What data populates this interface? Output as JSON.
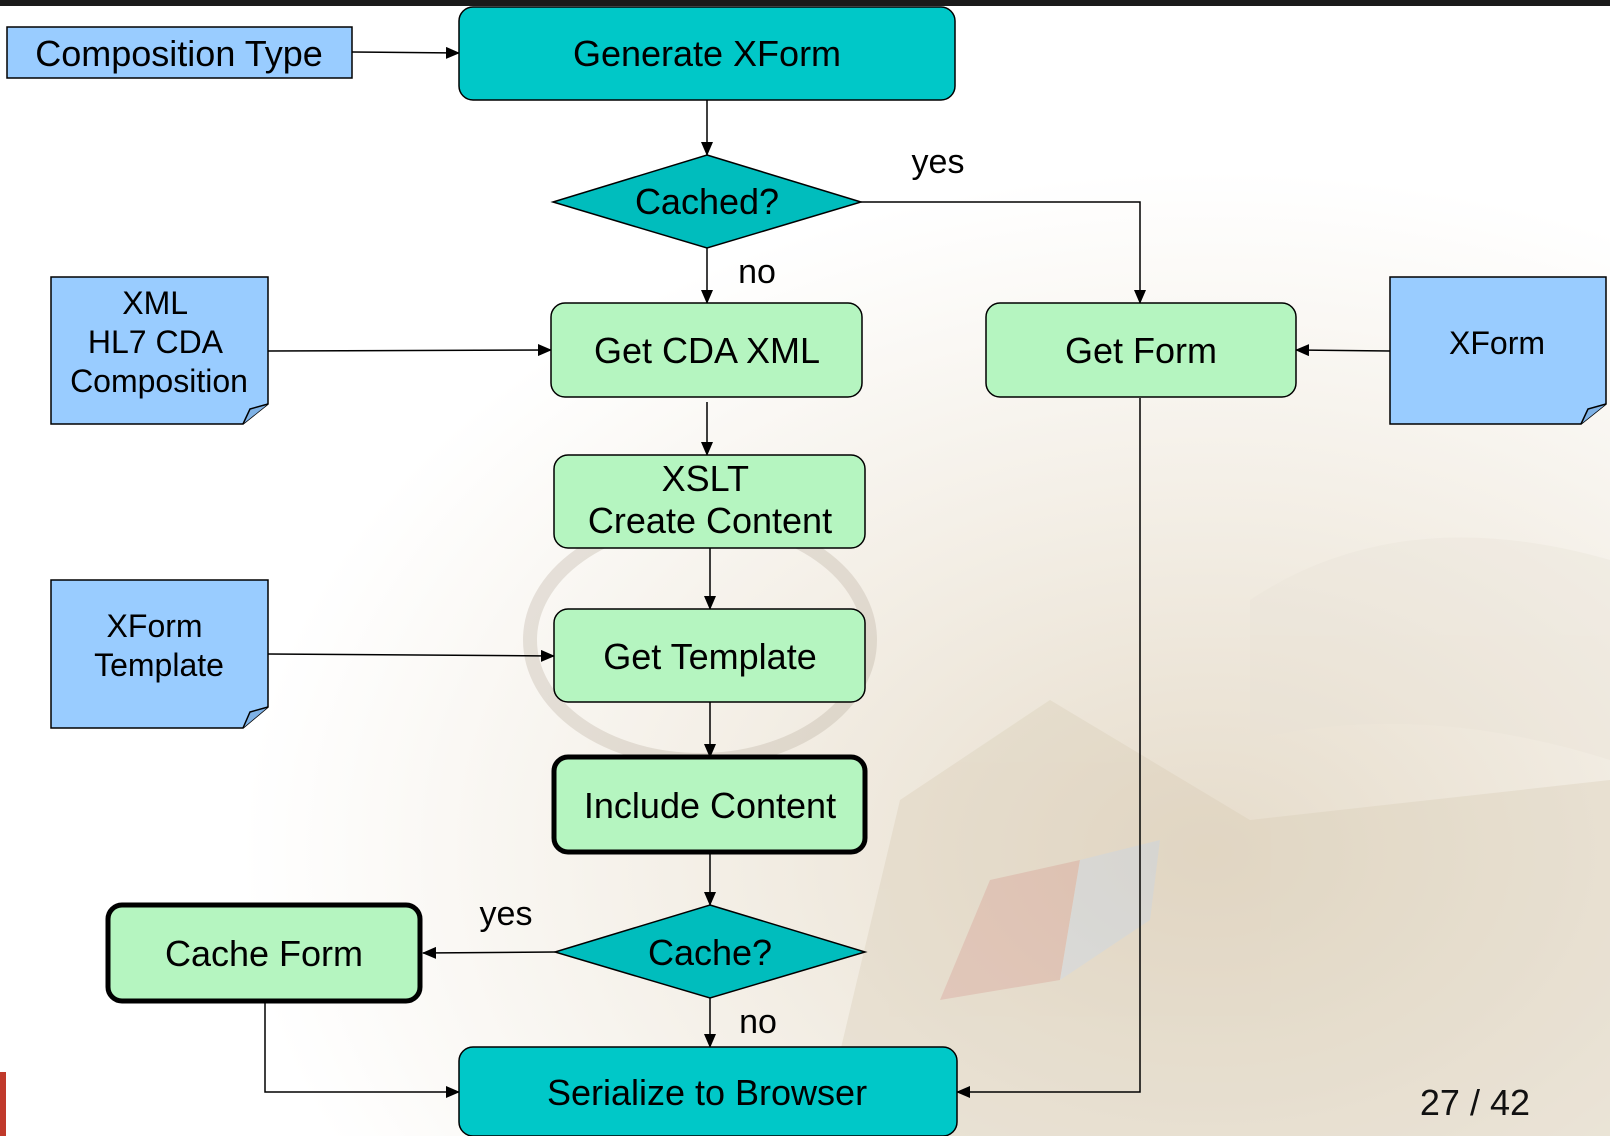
{
  "colors": {
    "top_bar": "#1a1a1a",
    "start_end_fill": "#00c8c8",
    "decision_fill": "#00bdbd",
    "process_fill": "#b5f5c0",
    "document_fill": "#99ccff",
    "border": "#000000",
    "logo": "#c0392b"
  },
  "nodes": {
    "composition_type": [
      "Composition Type"
    ],
    "generate_xform": [
      "Generate XForm"
    ],
    "cached": [
      "Cached?"
    ],
    "xml_doc": [
      "XML",
      "HL7 CDA",
      "Composition"
    ],
    "get_cda_xml": [
      "Get CDA XML"
    ],
    "get_form": [
      "Get Form"
    ],
    "xform_doc": [
      "XForm"
    ],
    "xslt": [
      "XSLT",
      "Create Content"
    ],
    "xform_template": [
      "XForm",
      "Template"
    ],
    "get_template": [
      "Get Template"
    ],
    "include_content": [
      "Include Content"
    ],
    "cache_form": [
      "Cache Form"
    ],
    "cache_decision": [
      "Cache?"
    ],
    "serialize": [
      "Serialize to Browser"
    ]
  },
  "edge_labels": {
    "cached_yes": "yes",
    "cached_no": "no",
    "cache_yes": "yes",
    "cache_no": "no"
  },
  "footer": {
    "page_number": "27 / 42"
  }
}
